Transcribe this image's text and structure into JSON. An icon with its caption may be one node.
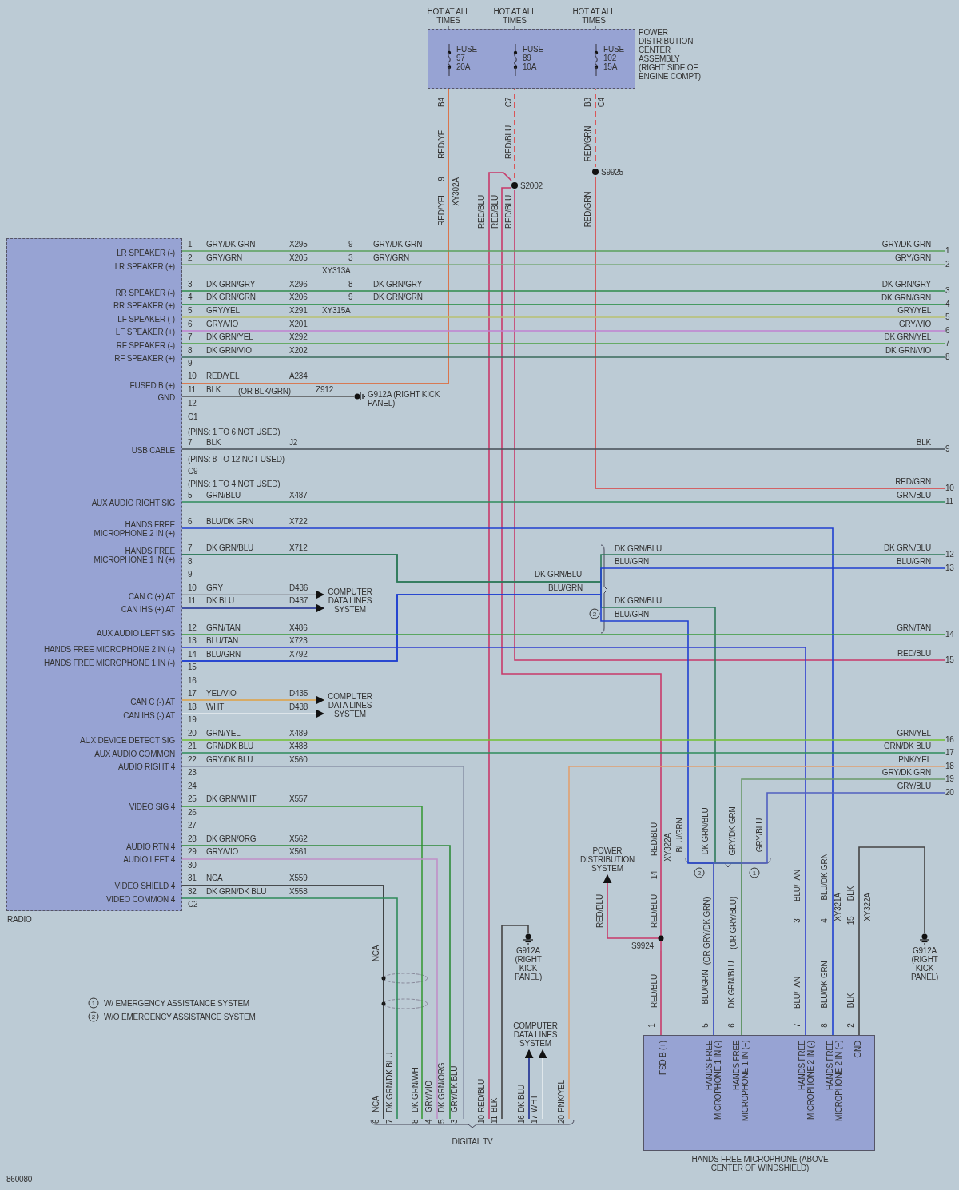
{
  "diagram": {
    "nodes": [
      {
        "text": [
          "POWER DISTRIBUTION CENTER ASSEMBLY (RIGHT SIDE OF ENGINE COMPT)"
        ]
      },
      {
        "text": [
          "FUSE 97 20A"
        ],
        "in": 0
      },
      {
        "text": [
          "FUSE 89 10A"
        ],
        "in": 0
      },
      {
        "text": [
          "FUSE 102 15A"
        ],
        "in": 0
      },
      {
        "text": [
          "RADIO",
          "LR SPEAKER (-)",
          "LR SPEAKER (+)",
          "RR SPEAKER (-)",
          "RR SPEAKER (+)",
          "LF SPEAKER (-)",
          "LF SPEAKER (+)",
          "RF SPEAKER (-)",
          "RF SPEAKER (+)",
          "FUSED B (+)",
          "GND",
          "USB CABLE",
          "AUX AUDIO RIGHT SIG",
          "HANDS FREE MICROPHONE 2 IN (+)",
          "HANDS FREE MICROPHONE 1 IN (+)",
          "CAN C (+) AT",
          "CAN IHS (+) AT",
          "AUX AUDIO LEFT SIG",
          "HANDS FREE MICROPHONE 2 IN (-)",
          "HANDS FREE MICROPHONE 1 IN (-)",
          "CAN C (-) AT",
          "CAN IHS (-) AT",
          "AUX DEVICE DETECT SIG",
          "AUX AUDIO COMMON",
          "AUDIO RIGHT 4",
          "VIDEO SIG 4",
          "AUDIO RTN 4",
          "AUDIO LEFT 4",
          "VIDEO SHIELD 4",
          "VIDEO COMMON 4"
        ]
      },
      {
        "text": [
          "S2002"
        ]
      },
      {
        "text": [
          "S9925"
        ]
      },
      {
        "text": [
          "S9924"
        ]
      },
      {
        "text": [
          "G912A (RIGHT KICK PANEL)"
        ]
      },
      {
        "text": [
          "COMPUTER DATA LINES SYSTEM"
        ]
      },
      {
        "text": [
          "COMPUTER DATA LINES SYSTEM"
        ]
      },
      {
        "text": [
          "DIGITAL TV"
        ]
      },
      {
        "text": [
          "G912A (RIGHT KICK PANEL)"
        ]
      },
      {
        "text": [
          "COMPUTER DATA LINES SYSTEM"
        ]
      },
      {
        "text": [
          "POWER DISTRIBUTION SYSTEM"
        ]
      },
      {
        "text": [
          "HANDS FREE MICROPHONE (ABOVE CENTER OF WINDSHIELD)",
          "FSD B (+)",
          "HANDS FREE MICROPHONE 1 IN (-)",
          "HANDS FREE MICROPHONE 1 IN (+)",
          "HANDS FREE MICROPHONE 2 IN (-)",
          "HANDS FREE MICROPHONE 2 IN (+)",
          "GND"
        ]
      },
      {
        "text": [
          "G912A (RIGHT KICK PANEL)"
        ]
      },
      {
        "text": [
          "1"
        ]
      },
      {
        "text": [
          "2"
        ]
      },
      {
        "text": [
          "3"
        ]
      },
      {
        "text": [
          "4"
        ]
      },
      {
        "text": [
          "5"
        ]
      },
      {
        "text": [
          "6"
        ]
      },
      {
        "text": [
          "7"
        ]
      },
      {
        "text": [
          "8"
        ]
      },
      {
        "text": [
          "9"
        ]
      },
      {
        "text": [
          "10"
        ]
      },
      {
        "text": [
          "11"
        ]
      },
      {
        "text": [
          "12"
        ]
      },
      {
        "text": [
          "13"
        ]
      },
      {
        "text": [
          "14"
        ]
      },
      {
        "text": [
          "15"
        ]
      },
      {
        "text": [
          "16"
        ]
      },
      {
        "text": [
          "17"
        ]
      },
      {
        "text": [
          "18"
        ]
      },
      {
        "text": [
          "19"
        ]
      },
      {
        "text": [
          "20"
        ]
      }
    ],
    "edges": [
      {
        "from": 1,
        "to": 4,
        "arrow": "none",
        "label": "RED/YEL",
        "color": "#e0602a"
      },
      {
        "from": 2,
        "to": 5,
        "arrow": "none",
        "label": "RED/BLU",
        "style": "dashed",
        "color": "#e03a3a"
      },
      {
        "from": 3,
        "to": 6,
        "arrow": "none",
        "label": "RED/GRN",
        "style": "dashed",
        "color": "#e03a3a"
      },
      {
        "from": 5,
        "to": 11,
        "arrow": "none",
        "label": "RED/BLU",
        "color": "#c83a6a"
      },
      {
        "from": 5,
        "to": 7,
        "arrow": "none",
        "label": "RED/BLU",
        "color": "#c83a6a"
      },
      {
        "from": 5,
        "to": 31,
        "arrow": "none",
        "label": "RED/BLU",
        "color": "#c83a6a"
      },
      {
        "from": 6,
        "to": 26,
        "arrow": "none",
        "label": "RED/GRN",
        "color": "#d94040"
      },
      {
        "from": 4,
        "to": 17,
        "arrow": "none",
        "label": "GRY/DK GRN",
        "color": "#5aa05a"
      },
      {
        "from": 4,
        "to": 18,
        "arrow": "none",
        "label": "GRY/GRN",
        "color": "#7aaa7a"
      },
      {
        "from": 4,
        "to": 19,
        "arrow": "none",
        "label": "DK GRN/GRY",
        "color": "#2e8b4a"
      },
      {
        "from": 4,
        "to": 20,
        "arrow": "none",
        "label": "DK GRN/GRN",
        "color": "#1f8a3a"
      },
      {
        "from": 4,
        "to": 21,
        "arrow": "none",
        "label": "GRY/YEL",
        "color": "#b8c070"
      },
      {
        "from": 4,
        "to": 22,
        "arrow": "none",
        "label": "GRY/VIO",
        "color": "#c080d0"
      },
      {
        "from": 4,
        "to": 23,
        "arrow": "none",
        "label": "DK GRN/YEL",
        "color": "#4aa040"
      },
      {
        "from": 4,
        "to": 24,
        "arrow": "none",
        "label": "DK GRN/VIO",
        "color": "#3a6a5a"
      },
      {
        "from": 4,
        "to": 8,
        "arrow": "none",
        "label": "BLK",
        "color": "#555555"
      },
      {
        "from": 4,
        "to": 25,
        "arrow": "none",
        "label": "BLK",
        "color": "#444c55"
      },
      {
        "from": 4,
        "to": 27,
        "arrow": "none",
        "label": "GRN/BLU",
        "color": "#2e8b5a"
      },
      {
        "from": 4,
        "to": 15,
        "arrow": "none",
        "label": "BLU/DK GRN",
        "color": "#2040d0"
      },
      {
        "from": 4,
        "to": 28,
        "arrow": "none",
        "label": "DK GRN/BLU",
        "color": "#2e7a5a"
      },
      {
        "from": 4,
        "to": 15,
        "arrow": "none",
        "label": "DK GRN/BLU",
        "color": "#2e7a5a"
      },
      {
        "from": 4,
        "to": 29,
        "arrow": "none",
        "label": "BLU/GRN",
        "color": "#2040d0"
      },
      {
        "from": 4,
        "to": 15,
        "arrow": "none",
        "label": "BLU/GRN",
        "color": "#2040d0"
      },
      {
        "from": 4,
        "to": 9,
        "arrow": "to",
        "label": "GRY",
        "color": "#9aa0a8"
      },
      {
        "from": 4,
        "to": 9,
        "arrow": "to",
        "label": "DK BLU",
        "color": "#1a2a90"
      },
      {
        "from": 4,
        "to": 30,
        "arrow": "none",
        "label": "GRN/TAN",
        "color": "#3a9a3a"
      },
      {
        "from": 4,
        "to": 15,
        "arrow": "none",
        "label": "BLU/TAN",
        "color": "#3040d0"
      },
      {
        "from": 4,
        "to": 10,
        "arrow": "to",
        "label": "YEL/VIO",
        "color": "#e0a040"
      },
      {
        "from": 4,
        "to": 10,
        "arrow": "to",
        "label": "WHT",
        "color": "#e8eef0"
      },
      {
        "from": 4,
        "to": 32,
        "arrow": "none",
        "label": "GRN/YEL",
        "color": "#70c030"
      },
      {
        "from": 4,
        "to": 33,
        "arrow": "none",
        "label": "GRN/DK BLU",
        "color": "#2e8b5a"
      },
      {
        "from": 4,
        "to": 11,
        "arrow": "none",
        "label": "GRY/DK BLU",
        "color": "#8a94a8"
      },
      {
        "from": 4,
        "to": 11,
        "arrow": "none",
        "label": "DK GRN/WHT",
        "color": "#3a9a3a"
      },
      {
        "from": 4,
        "to": 11,
        "arrow": "none",
        "label": "DK GRN/ORG",
        "color": "#2e8b3a"
      },
      {
        "from": 4,
        "to": 11,
        "arrow": "none",
        "label": "GRY/VIO",
        "color": "#c090c8"
      },
      {
        "from": 4,
        "to": 11,
        "arrow": "none",
        "label": "NCA",
        "color": "#222222"
      },
      {
        "from": 4,
        "to": 11,
        "arrow": "none",
        "label": "DK GRN/DK BLU",
        "color": "#2e8b5a"
      },
      {
        "from": 11,
        "to": 12,
        "arrow": "none",
        "color": "#444444"
      },
      {
        "from": 11,
        "to": 13,
        "arrow": "to",
        "color": "#1a2a90"
      },
      {
        "from": 11,
        "to": 13,
        "arrow": "to",
        "color": "#e8eef0"
      },
      {
        "from": 11,
        "to": 34,
        "arrow": "none",
        "color": "#e0a070"
      },
      {
        "from": 35,
        "to": 15,
        "arrow": "none",
        "label": "GRY/DK GRN",
        "color": "#6a9a6a"
      },
      {
        "from": 36,
        "to": 15,
        "arrow": "none",
        "label": "GRY/BLU",
        "color": "#5060c0"
      },
      {
        "from": 7,
        "to": 14,
        "arrow": "to",
        "label": "RED/BLU",
        "color": "#c83a6a"
      },
      {
        "from": 7,
        "to": 15,
        "arrow": "none",
        "label": "RED/BLU",
        "color": "#c83a6a"
      },
      {
        "from": 15,
        "to": 16,
        "arrow": "none",
        "label": "BLK",
        "color": "#444444"
      }
    ],
    "labels": [
      "HOT AT ALL TIMES",
      "HOT AT ALL TIMES",
      "HOT AT ALL TIMES",
      "B4",
      "C7",
      "B3",
      "C4",
      "9",
      "XY302A",
      "RED/YEL",
      "1",
      "X295",
      "9",
      "GRY/DK GRN",
      "2",
      "X205",
      "3",
      "GRY/GRN",
      "XY313A",
      "3",
      "X296",
      "8",
      "DK GRN/GRY",
      "4",
      "X206",
      "9",
      "DK GRN/GRN",
      "5",
      "X291",
      "XY315A",
      "6",
      "X201",
      "7",
      "X292",
      "8",
      "X202",
      "9",
      "10",
      "RED/YEL",
      "A234",
      "11",
      "(OR BLK/GRN)",
      "Z912",
      "12",
      "C1",
      "(PINS: 1 TO 6 NOT USED)",
      "7",
      "J2",
      "(PINS: 8 TO 12 NOT USED)",
      "C9",
      "(PINS: 1 TO 4 NOT USED)",
      "5",
      "X487",
      "6",
      "X722",
      "7",
      "X712",
      "8",
      "9",
      "10",
      "D436",
      "11",
      "D437",
      "12",
      "X486",
      "13",
      "X723",
      "14",
      "X792",
      "15",
      "16",
      "17",
      "D435",
      "18",
      "D438",
      "19",
      "20",
      "X489",
      "21",
      "X488",
      "22",
      "X560",
      "23",
      "24",
      "25",
      "X557",
      "26",
      "27",
      "28",
      "X562",
      "29",
      "X561",
      "30",
      "31",
      "X559",
      "32",
      "X558",
      "C2",
      "DK GRN/BLU",
      "BLU/GRN",
      "DK GRN/BLU",
      "BLU/GRN",
      "2",
      "GRY/DK GRN",
      "GRY/GRN",
      "DK GRN/GRY",
      "DK GRN/GRN",
      "GRY/YEL",
      "GRY/VIO",
      "DK GRN/YEL",
      "DK GRN/VIO",
      "BLK",
      "RED/GRN",
      "GRN/BLU",
      "DK GRN/BLU",
      "BLU/GRN",
      "GRN/TAN",
      "RED/BLU",
      "GRN/YEL",
      "GRN/DK BLU",
      "PNK/YEL",
      "GRY/DK GRN",
      "GRY/BLU",
      "RED/BLU",
      "14",
      "XY322A",
      "BLU/GRN",
      "DK GRN/BLU",
      "2",
      "1",
      "RED/BLU",
      "BLU/TAN",
      "3",
      "BLU/DK GRN",
      "4",
      "XY321A",
      "BLK",
      "15",
      "XY322A",
      "NCA",
      "1",
      "5",
      "(OR GRY/DK GRN)",
      "BLU/GRN",
      "6",
      "(OR GRY/BLU)",
      "DK GRN/BLU",
      "7",
      "BLU/TAN",
      "8",
      "BLU/DK GRN",
      "2",
      "6",
      "NCA",
      "7",
      "DK GRN/DK BLU",
      "8",
      "DK GRN/WHT",
      "4",
      "GRY/VIO",
      "5",
      "DK GRN/ORG",
      "3",
      "GRY/DK BLU",
      "10",
      "RED/BLU",
      "11",
      "BLK",
      "16",
      "DK BLU",
      "17",
      "WHT",
      "20",
      "PNK/YEL",
      "1",
      "2",
      "860080"
    ],
    "legend": [
      {
        "text": "W/ EMERGENCY ASSISTANCE SYSTEM"
      },
      {
        "text": "W/O EMERGENCY ASSISTANCE SYSTEM"
      }
    ]
  }
}
